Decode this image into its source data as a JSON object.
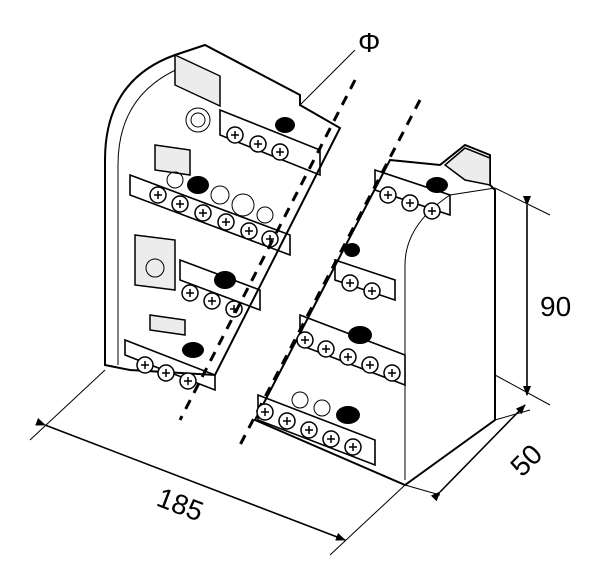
{
  "labels": {
    "phase_symbol": "Φ",
    "height": "90",
    "depth": "50",
    "length": "185"
  },
  "colors": {
    "line": "#000000",
    "fill": "#ffffff",
    "shade": "#ececec"
  }
}
